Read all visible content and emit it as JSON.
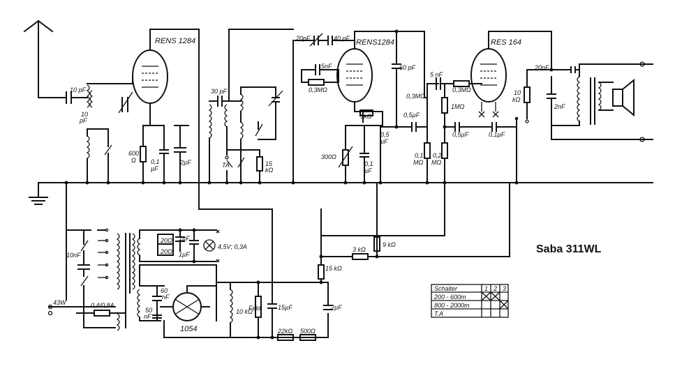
{
  "title": "Saba 311WL",
  "tubes": [
    "RENS 1284",
    "RENS1284",
    "RES 164"
  ],
  "rectifier": "1054",
  "components": {
    "c_10pF_in": "10 pF",
    "c_10pF_b": "10",
    "c_pF_b": "pF",
    "r_600": "600",
    "r_600_unit": "Ω",
    "c_01_a": "0,1",
    "c_01_a_unit": "µF",
    "c_2uF_a": "2µF",
    "c_30pF": "30 pF",
    "r_15k": "15",
    "r_15k_unit": "kΩ",
    "c_20pF": "20pF",
    "c_40pF": "40 pF",
    "c_5nF_a": "5nF",
    "r_03M_a": "0,3MΩ",
    "r_3k": "3kΩ",
    "r_300": "300Ω",
    "c_01_b": "0,1",
    "c_01_b_unit": "µF",
    "c_05_a": "0,5",
    "c_05_a_unit": "µF",
    "c_60pF": "60 pF",
    "r_03M_b": "0,3MΩ",
    "c_05_b": "0,5µF",
    "r_01M": "0,1",
    "r_01M_unit": "MΩ",
    "r_02M": "0,2",
    "r_02M_unit": "MΩ",
    "c_5nF_b": "5 nF",
    "r_03M_c": "0,3MΩ",
    "r_1M": "1MΩ",
    "c_05_c": "0,5µF",
    "c_01uF": "0,1µF",
    "r_10k": "10",
    "r_10k_unit": "kΩ",
    "c_20nF": "20nF",
    "c_2nF": "2nF",
    "r_20a": "20Ω",
    "r_20b": "20Ω",
    "c_1uF_a": "1µF",
    "c_1uF_b": "1µF",
    "lamp": "4,5V; 0,3A",
    "c_10nF": "10nF",
    "mains_v": "43W",
    "fuse": "0,4/0,8A",
    "c_60nF": "60",
    "c_60nF_unit": "nF",
    "c_50nF": "50",
    "c_50nF_unit": "nF",
    "r_10k_b": "10 kΩ",
    "feld": "Feld",
    "c_15uF": "15µF",
    "r_22k": "22kΩ",
    "r_500": "500Ω",
    "c_2uF_b": "2µF",
    "r_15k_b": "15 kΩ",
    "r_3k_b": "3 kΩ",
    "r_9k": "9 kΩ",
    "ta": "TA"
  },
  "switch_table": {
    "header": [
      "Schalter",
      "1",
      "2",
      "3"
    ],
    "rows": [
      {
        "label": "200 - 600m"
      },
      {
        "label": "800 - 2000m"
      },
      {
        "label": "T.A"
      }
    ]
  }
}
